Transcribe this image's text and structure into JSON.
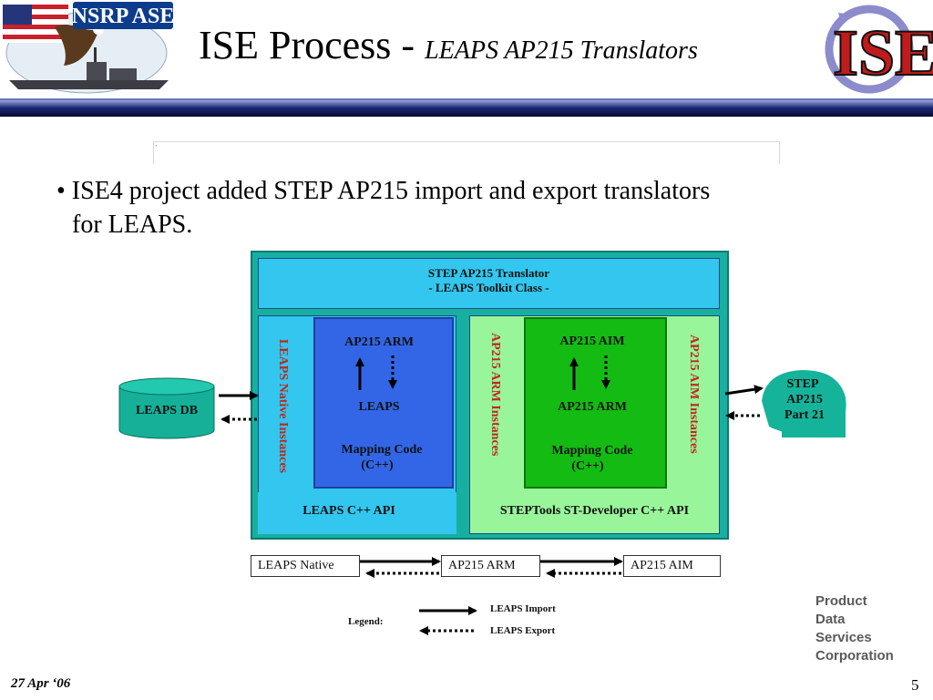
{
  "header": {
    "title_main": "ISE Process - ",
    "title_sub": "LEAPS AP215 Translators",
    "logo_left_text": "NSRP ASE",
    "logo_right_text": "ISE"
  },
  "bullet": {
    "line1": "• ISE4 project added STEP AP215 import and export translators",
    "line2": "for LEAPS."
  },
  "diagram": {
    "translator_title": "STEP AP215 Translator",
    "translator_subtitle": "- LEAPS Toolkit Class -",
    "leaps_native_instances": "LEAPS Native Instances",
    "left_inner": {
      "top": "AP215 ARM",
      "middle": "LEAPS",
      "code1": "Mapping Code",
      "code2": "(C++)"
    },
    "leaps_api": "LEAPS C++ API",
    "arm_instances": "AP215 ARM Instances",
    "right_inner": {
      "top": "AP215 AIM",
      "middle": "AP215 ARM",
      "code1": "Mapping Code",
      "code2": "(C++)"
    },
    "aim_instances": "AP215 AIM Instances",
    "steptools_api": "STEPTools ST-Developer C++ API",
    "leaps_db": "LEAPS DB",
    "step_file": {
      "line1": "STEP",
      "line2": "AP215",
      "line3": "Part 21"
    },
    "flow": [
      "LEAPS Native",
      "AP215 ARM",
      "AP215 AIM"
    ],
    "legend": {
      "label": "Legend:",
      "import": "LEAPS Import",
      "export": "LEAPS Export"
    },
    "colors": {
      "outer": "#17b0a0",
      "cyan": "#33c6ee",
      "blue": "#3366e6",
      "light_green": "#99f59a",
      "green": "#13bb13",
      "terminal": "#16b39b"
    }
  },
  "company": {
    "line1": "Product",
    "line2": "Data",
    "line3": "Services",
    "line4": "Corporation"
  },
  "footer": {
    "date": "27 Apr ‘06",
    "page": "5"
  }
}
